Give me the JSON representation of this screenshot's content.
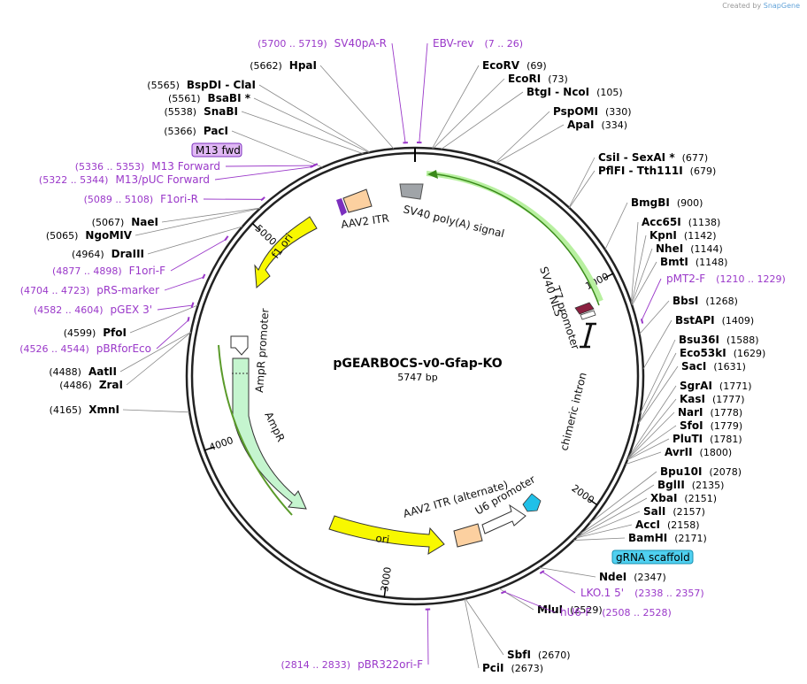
{
  "credit": {
    "prefix": "Created by",
    "brand": "SnapGene"
  },
  "plasmid": {
    "name": "pGEARBOCS-v0-Gfap-KO",
    "length": "5747 bp",
    "size": 5747
  },
  "ticks": [
    "1000",
    "2000",
    "3000",
    "4000",
    "5000"
  ],
  "colors": {
    "primer": "#9a38c9",
    "site": "#000000",
    "ori": "#f8f800",
    "ampr": "#c5f5cf",
    "itr": "#fcd0a0"
  },
  "sites": [
    {
      "name": "EcoRV",
      "pos": "(69)"
    },
    {
      "name": "EcoRI",
      "pos": "(73)"
    },
    {
      "name": "BtgI  -  NcoI",
      "pos": "(105)"
    },
    {
      "name": "PspOMI",
      "pos": "(330)"
    },
    {
      "name": "ApaI",
      "pos": "(334)"
    },
    {
      "name": "CsiI  -  SexAI *",
      "pos": "(677)"
    },
    {
      "name": "PflFI  -  Tth111I",
      "pos": "(679)"
    },
    {
      "name": "BmgBI",
      "pos": "(900)"
    },
    {
      "name": "Acc65I",
      "pos": "(1138)"
    },
    {
      "name": "KpnI",
      "pos": "(1142)"
    },
    {
      "name": "NheI",
      "pos": "(1144)"
    },
    {
      "name": "BmtI",
      "pos": "(1148)"
    },
    {
      "name": "BbsI",
      "pos": "(1268)"
    },
    {
      "name": "BstAPI",
      "pos": "(1409)"
    },
    {
      "name": "Bsu36I",
      "pos": "(1588)"
    },
    {
      "name": "Eco53kI",
      "pos": "(1629)"
    },
    {
      "name": "SacI",
      "pos": "(1631)"
    },
    {
      "name": "SgrAI",
      "pos": "(1771)"
    },
    {
      "name": "KasI",
      "pos": "(1777)"
    },
    {
      "name": "NarI",
      "pos": "(1778)"
    },
    {
      "name": "SfoI",
      "pos": "(1779)"
    },
    {
      "name": "PluTI",
      "pos": "(1781)"
    },
    {
      "name": "AvrII",
      "pos": "(1800)"
    },
    {
      "name": "Bpu10I",
      "pos": "(2078)"
    },
    {
      "name": "BglII",
      "pos": "(2135)"
    },
    {
      "name": "XbaI",
      "pos": "(2151)"
    },
    {
      "name": "SalI",
      "pos": "(2157)"
    },
    {
      "name": "AccI",
      "pos": "(2158)"
    },
    {
      "name": "BamHI",
      "pos": "(2171)"
    },
    {
      "name": "NdeI",
      "pos": "(2347)"
    },
    {
      "name": "MluI",
      "pos": "(2529)"
    },
    {
      "name": "SbfI",
      "pos": "(2670)"
    },
    {
      "name": "PciI",
      "pos": "(2673)"
    },
    {
      "name": "XmnI",
      "pos": "(4165)"
    },
    {
      "name": "AatII",
      "pos": "(4488)"
    },
    {
      "name": "ZraI",
      "pos": "(4486)"
    },
    {
      "name": "PfoI",
      "pos": "(4599)"
    },
    {
      "name": "DraIII",
      "pos": "(4964)"
    },
    {
      "name": "NgoMIV",
      "pos": "(5065)"
    },
    {
      "name": "NaeI",
      "pos": "(5067)"
    },
    {
      "name": "PacI",
      "pos": "(5366)"
    },
    {
      "name": "SnaBI",
      "pos": "(5538)"
    },
    {
      "name": "BsaBI *",
      "pos": "(5561)"
    },
    {
      "name": "BspDI  -  ClaI",
      "pos": "(5565)"
    },
    {
      "name": "HpaI",
      "pos": "(5662)"
    }
  ],
  "primers": [
    {
      "name": "SV40pA-R",
      "range": "(5700 .. 5719)"
    },
    {
      "name": "EBV-rev",
      "range": "(7 .. 26)"
    },
    {
      "name": "pMT2-F",
      "range": "(1210 .. 1229)"
    },
    {
      "name": "LKO.1 5'",
      "range": "(2338 .. 2357)"
    },
    {
      "name": "hU6-F",
      "range": "(2508 .. 2528)"
    },
    {
      "name": "pBR322ori-F",
      "range": "(2814 .. 2833)"
    },
    {
      "name": "pBRforEco",
      "range": "(4526 .. 4544)"
    },
    {
      "name": "pGEX 3'",
      "range": "(4582 .. 4604)"
    },
    {
      "name": "pRS-marker",
      "range": "(4704 .. 4723)"
    },
    {
      "name": "F1ori-F",
      "range": "(4877 .. 4898)"
    },
    {
      "name": "F1ori-R",
      "range": "(5089 .. 5108)"
    },
    {
      "name": "M13/pUC Forward",
      "range": "(5322 .. 5344)"
    },
    {
      "name": "M13 Forward",
      "range": "(5336 .. 5353)"
    }
  ],
  "boxed": [
    {
      "name": "M13 fwd"
    },
    {
      "name": "gRNA scaffold"
    }
  ],
  "features": [
    {
      "name": "SV40 poly(A) signal"
    },
    {
      "name": "AAV2 ITR"
    },
    {
      "name": "f1 ori"
    },
    {
      "name": "AmpR promoter"
    },
    {
      "name": "AmpR"
    },
    {
      "name": "ori"
    },
    {
      "name": "AAV2 ITR (alternate)"
    },
    {
      "name": "U6 promoter"
    },
    {
      "name": "SV40 NLS"
    },
    {
      "name": "T7 promoter"
    },
    {
      "name": "chimeric intron"
    }
  ]
}
